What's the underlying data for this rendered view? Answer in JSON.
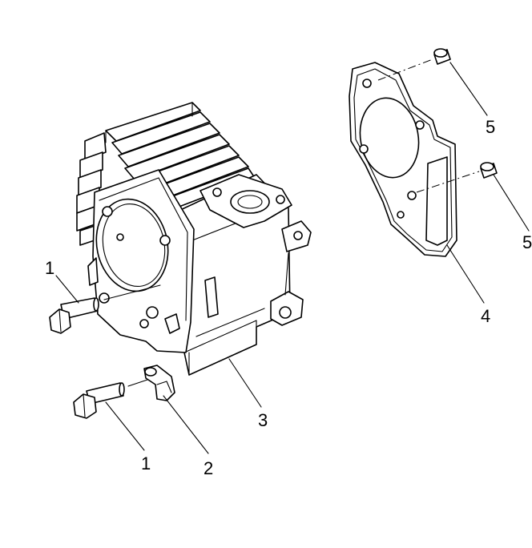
{
  "callouts": [
    {
      "id": "bolt-upper",
      "label": "1"
    },
    {
      "id": "bolt-lower",
      "label": "1"
    },
    {
      "id": "clamp",
      "label": "2"
    },
    {
      "id": "cylinder",
      "label": "3"
    },
    {
      "id": "gasket",
      "label": "4"
    },
    {
      "id": "dowel-upper",
      "label": "5"
    },
    {
      "id": "dowel-lower",
      "label": "5"
    }
  ]
}
